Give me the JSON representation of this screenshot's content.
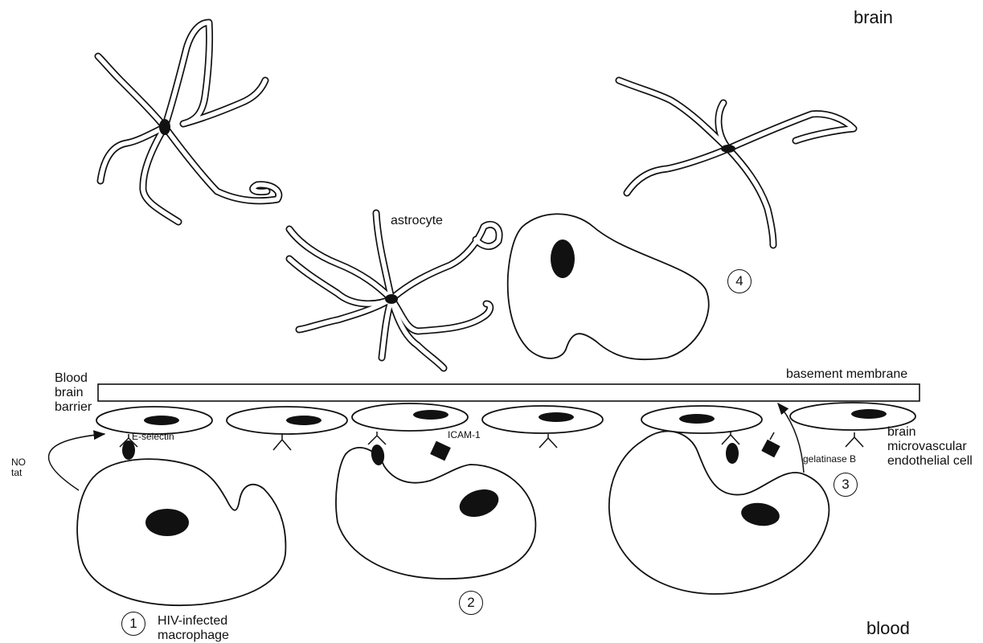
{
  "labels": {
    "brain": "brain",
    "blood": "blood",
    "bbb_line1": "Blood",
    "bbb_line2": "brain",
    "bbb_line3": "barrier",
    "basement_membrane": "basement membrane",
    "astrocyte": "astrocyte",
    "e_selectin": "E-selectin",
    "icam": "ICAM-1",
    "no": "NO",
    "tat": "tat",
    "gelatinase": "gelatinase B",
    "endo_line1": "brain",
    "endo_line2": "microvascular",
    "endo_line3": "endothelial cell",
    "macrophage_line1": "HIV-infected",
    "macrophage_line2": "macrophage"
  },
  "steps": [
    "1",
    "2",
    "3",
    "4"
  ]
}
